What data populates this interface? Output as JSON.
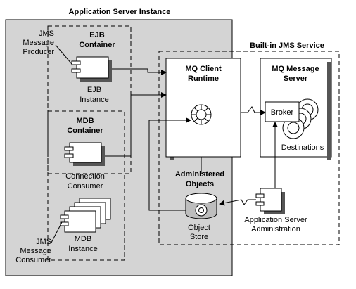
{
  "labels": {
    "app_server_instance": "Application Server Instance",
    "builtin_jms_service": "Built-in JMS Service",
    "jms_message_producer": [
      "JMS",
      "Message",
      "Producer"
    ],
    "ejb_container": [
      "EJB",
      "Container"
    ],
    "ejb_instance": [
      "EJB",
      "Instance"
    ],
    "mdb_container": [
      "MDB",
      "Container"
    ],
    "connection_consumer": [
      "Connection",
      "Consumer"
    ],
    "mdb_instance": [
      "MDB",
      "Instance"
    ],
    "jms_message_consumer": [
      "JMS",
      "Message",
      "Consumer"
    ],
    "mq_client_runtime": [
      "MQ Client",
      "Runtime"
    ],
    "mq_message_server": [
      "MQ Message",
      "Server"
    ],
    "broker": "Broker",
    "destinations": "Destinations",
    "administered_objects": [
      "Administered",
      "Objects"
    ],
    "object_store": [
      "Object",
      "Store"
    ],
    "app_server_administration": [
      "Application Server",
      "Administration"
    ]
  },
  "colors": {
    "panel_gray": "#d4d4d4",
    "box_white": "#ffffff",
    "stroke": "#000000",
    "disk_gray": "#bdbdbd"
  }
}
